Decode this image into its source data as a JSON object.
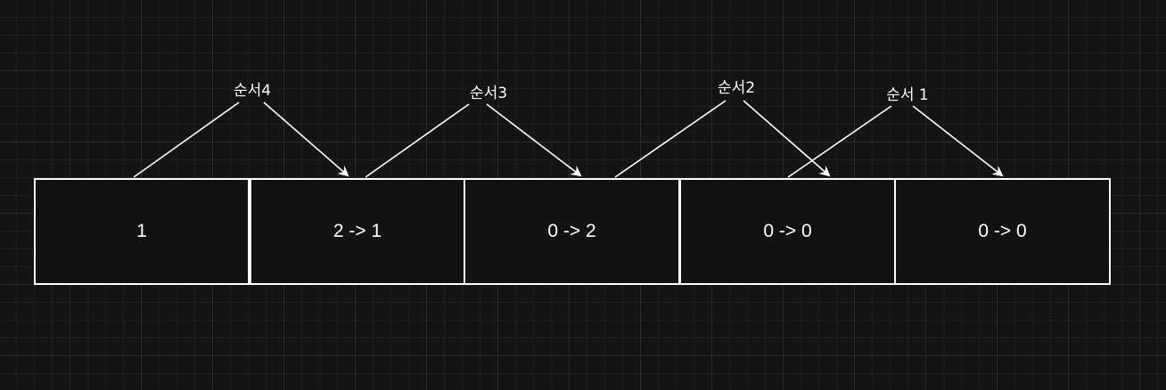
{
  "diagram": {
    "cells": [
      {
        "label": "1"
      },
      {
        "label": "2 -> 1"
      },
      {
        "label": "0 -> 2"
      },
      {
        "label": "0 -> 0"
      },
      {
        "label": "0 -> 0"
      }
    ],
    "steps": [
      {
        "label": "순서4"
      },
      {
        "label": "순서3"
      },
      {
        "label": "순서2"
      },
      {
        "label": "순서 1"
      }
    ]
  }
}
